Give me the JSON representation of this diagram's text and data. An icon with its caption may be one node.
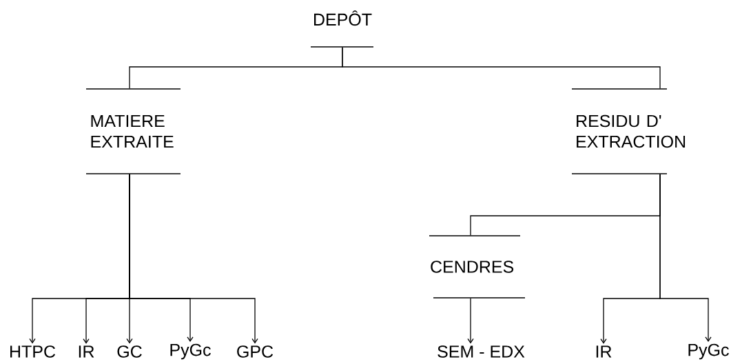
{
  "diagram": {
    "nodes": [
      {
        "text": [
          "DEPÔT"
        ]
      },
      {
        "text": [
          "MATIERE EXTRAITE"
        ]
      },
      {
        "text": [
          "RESIDU D' EXTRACTION"
        ]
      },
      {
        "text": [
          "CENDRES"
        ]
      },
      {
        "text": [
          "HTPC"
        ]
      },
      {
        "text": [
          "IR"
        ]
      },
      {
        "text": [
          "GC"
        ]
      },
      {
        "text": [
          "PyGc"
        ]
      },
      {
        "text": [
          "GPC"
        ]
      },
      {
        "text": [
          "SEM - EDX"
        ]
      },
      {
        "text": [
          "IR"
        ]
      },
      {
        "text": [
          "PyGc"
        ]
      }
    ],
    "edges": [
      {
        "from": 0,
        "to": 1,
        "arrow": "none"
      },
      {
        "from": 0,
        "to": 2,
        "arrow": "none"
      },
      {
        "from": 1,
        "to": 4,
        "arrow": "to"
      },
      {
        "from": 1,
        "to": 5,
        "arrow": "to"
      },
      {
        "from": 1,
        "to": 6,
        "arrow": "to"
      },
      {
        "from": 1,
        "to": 7,
        "arrow": "to"
      },
      {
        "from": 1,
        "to": 8,
        "arrow": "to"
      },
      {
        "from": 2,
        "to": 3,
        "arrow": "none"
      },
      {
        "from": 3,
        "to": 9,
        "arrow": "to"
      },
      {
        "from": 2,
        "to": 10,
        "arrow": "to"
      },
      {
        "from": 2,
        "to": 11,
        "arrow": "to"
      }
    ]
  }
}
